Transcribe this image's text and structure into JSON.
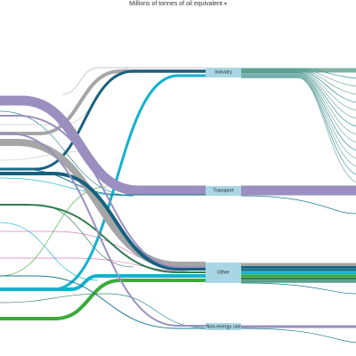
{
  "header": {
    "unit_label": "Millions of tonnes of oil equivalent",
    "dropdown_icon": "chevron-down-icon"
  },
  "colors": {
    "gray": "#a6a6a6",
    "purple": "#9a8fbf",
    "dark_teal": "#17607f",
    "teal": "#1b7a8f",
    "cyan": "#12b2cf",
    "green": "#3aab3a",
    "dark_green": "#2e7d4f",
    "pink": "#d36fb8",
    "light_gray": "#c8c8c8",
    "node_fill": "#a9d6e5",
    "out_green": "#5a9e8c"
  },
  "chart_data": {
    "type": "sankey",
    "title": "",
    "unit": "Millions of tonnes of oil equivalent",
    "nodes": [
      "Industry",
      "Transport",
      "Other",
      "Non-energy use"
    ],
    "flows": [
      {
        "target": "Industry",
        "color": "gray",
        "width": 4
      },
      {
        "target": "Industry",
        "color": "dark_teal",
        "width": 3
      },
      {
        "target": "Industry",
        "color": "cyan",
        "width": 3
      },
      {
        "target": "Industry",
        "color": "light_gray",
        "width": 1
      },
      {
        "target": "Transport",
        "color": "purple",
        "width": 11
      },
      {
        "target": "Transport",
        "color": "teal",
        "width": 1
      },
      {
        "target": "Other",
        "color": "gray",
        "width": 8
      },
      {
        "target": "Other",
        "color": "dark_teal",
        "width": 4
      },
      {
        "target": "Other",
        "color": "cyan",
        "width": 4
      },
      {
        "target": "Other",
        "color": "green",
        "width": 4
      },
      {
        "target": "Other",
        "color": "purple",
        "width": 2
      },
      {
        "target": "Other",
        "color": "dark_green",
        "width": 2
      },
      {
        "target": "Other",
        "color": "pink",
        "width": 1
      },
      {
        "target": "Non-energy use",
        "color": "purple",
        "width": 2
      },
      {
        "target": "Non-energy use",
        "color": "teal",
        "width": 1
      }
    ]
  }
}
